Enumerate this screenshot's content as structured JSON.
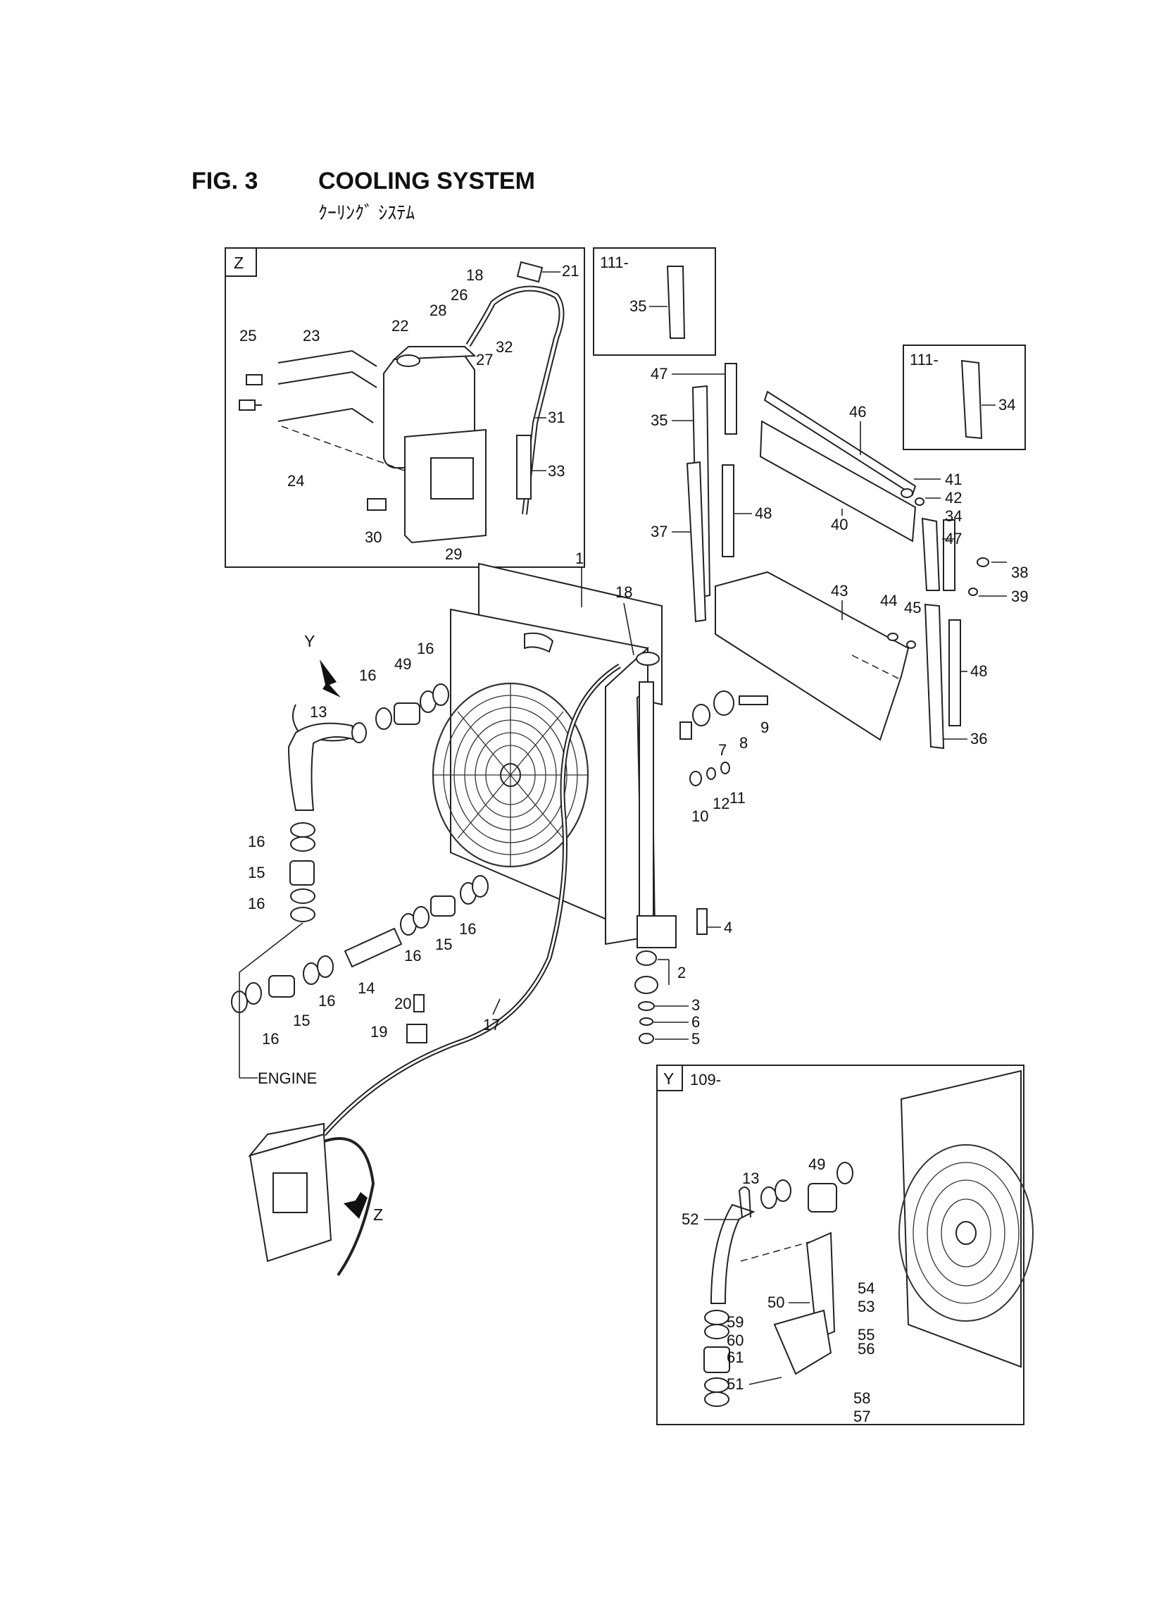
{
  "header": {
    "fig_number": "FIG. 3",
    "title": "COOLING SYSTEM",
    "subtitle_jp": "ｸｰﾘﾝｸﾞ ｼｽﾃﾑ"
  },
  "views": {
    "z": {
      "tag": "Z",
      "serial": ""
    },
    "y": {
      "tag": "Y",
      "serial": "109-"
    },
    "box_111_a": {
      "serial": "111-"
    },
    "box_111_b": {
      "serial": "111-"
    }
  },
  "arrows": {
    "y": "Y",
    "z": "Z"
  },
  "engine_label": "ENGINE",
  "callouts": {
    "c1": "1",
    "c2": "2",
    "c3": "3",
    "c4": "4",
    "c5": "5",
    "c6": "6",
    "c7": "7",
    "c8": "8",
    "c9": "9",
    "c10": "10",
    "c11": "11",
    "c12": "12",
    "c13": "13",
    "c13y": "13",
    "c14": "14",
    "c15a": "15",
    "c15b": "15",
    "c15c": "15",
    "c16a": "16",
    "c16b": "16",
    "c16c": "16",
    "c16d": "16",
    "c16e": "16",
    "c16f": "16",
    "c16g": "16",
    "c16h": "16",
    "c17": "17",
    "c18": "18",
    "c18z": "18",
    "c19": "19",
    "c20": "20",
    "c21": "21",
    "c22": "22",
    "c23": "23",
    "c24": "24",
    "c25": "25",
    "c26": "26",
    "c27": "27",
    "c28": "28",
    "c29": "29",
    "c30": "30",
    "c31": "31",
    "c32": "32",
    "c33": "33",
    "c34": "34",
    "c34b": "34",
    "c35": "35",
    "c35b": "35",
    "c36": "36",
    "c37": "37",
    "c38": "38",
    "c39": "39",
    "c40": "40",
    "c41": "41",
    "c42": "42",
    "c43": "43",
    "c44": "44",
    "c45": "45",
    "c46": "46",
    "c47": "47",
    "c47b": "47",
    "c48": "48",
    "c48b": "48",
    "c49": "49",
    "c49y": "49",
    "c50": "50",
    "c51": "51",
    "c52": "52",
    "c53": "53",
    "c54": "54",
    "c55": "55",
    "c56": "56",
    "c57": "57",
    "c58": "58",
    "c59": "59",
    "c60": "60",
    "c61": "61"
  }
}
